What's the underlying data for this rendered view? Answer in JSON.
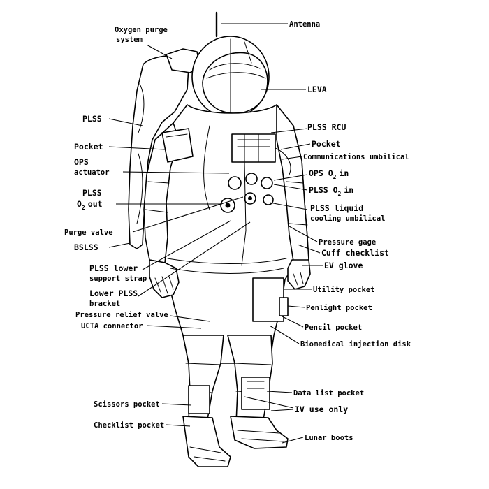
{
  "labels": {
    "antenna": "Antenna",
    "oxygen_purge_1": "Oxygen purge",
    "oxygen_purge_2": "system",
    "leva": "LEVA",
    "plss": "PLSS",
    "plss_rcu": "PLSS RCU",
    "pocket_left": "Pocket",
    "pocket_right": "Pocket",
    "comm_umbilical": "Communications umbilical",
    "ops_actuator_1": "OPS",
    "ops_actuator_2": "actuator",
    "ops_o2_in": "OPS O",
    "ops_o2_in_sub": "2",
    "ops_o2_in_end": "in",
    "plss_o2_out_1": "PLSS",
    "plss_o2_out_2": "O",
    "plss_o2_out_sub": "2",
    "plss_o2_out_end": "out",
    "plss_o2_in": "PLSS O",
    "plss_o2_in_sub": "2",
    "plss_o2_in_end": "in",
    "plss_liquid_1": "PLSS liquid",
    "plss_liquid_2": "cooling umbilical",
    "purge_valve": "Purge valve",
    "pressure_gage": "Pressure gage",
    "bslss": "BSLSS",
    "cuff_checklist": "Cuff checklist",
    "plss_lower_1": "PLSS lower",
    "plss_lower_2": "support strap",
    "ev_glove": "EV glove",
    "lower_plss_1": "Lower PLSS",
    "lower_plss_2": "bracket",
    "utility_pocket": "Utility pocket",
    "penlight_pocket": "Penlight pocket",
    "pressure_relief": "Pressure relief valve",
    "ucta": "UCTA connector",
    "pencil_pocket": "Pencil pocket",
    "biomedical": "Biomedical injection disk",
    "data_list": "Data list pocket",
    "scissors": "Scissors pocket",
    "iv_use": "IV use only",
    "checklist_pocket": "Checklist pocket",
    "lunar_boots": "Lunar boots"
  }
}
